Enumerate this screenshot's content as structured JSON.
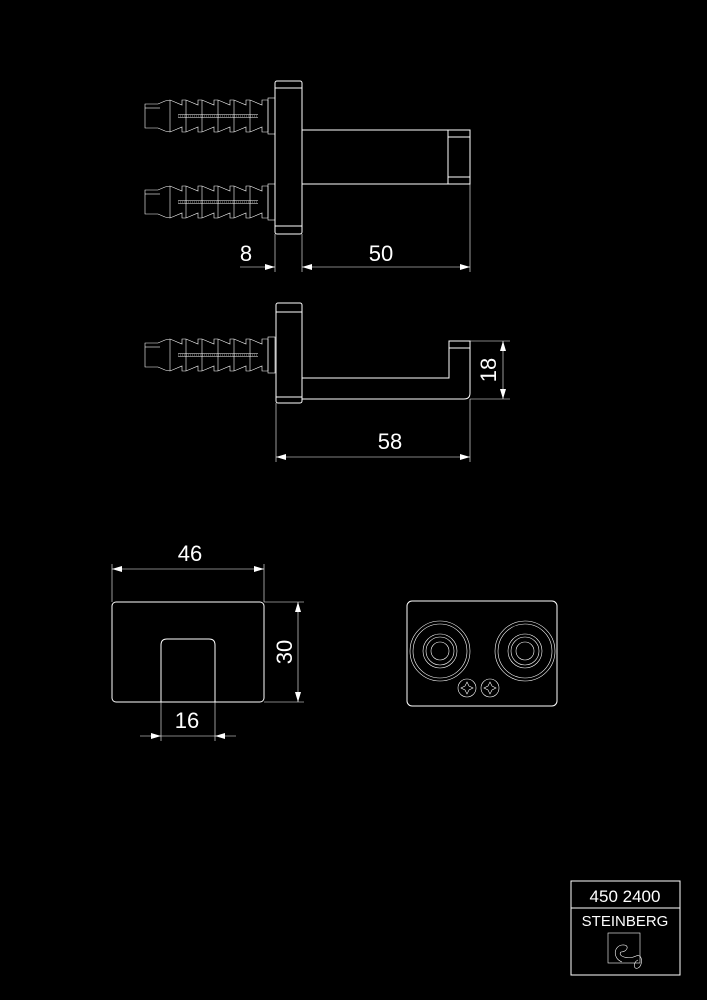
{
  "dimensions": {
    "top_view": {
      "plate": "8",
      "arm_length": "50"
    },
    "side_view": {
      "total_length": "58",
      "hook_height": "18"
    },
    "front_view": {
      "width": "46",
      "height": "30",
      "hook_width": "16"
    }
  },
  "title_block": {
    "article_number": "450 2400",
    "brand": "STEINBERG"
  },
  "colors": {
    "background": "#000000",
    "line": "#ffffff"
  }
}
